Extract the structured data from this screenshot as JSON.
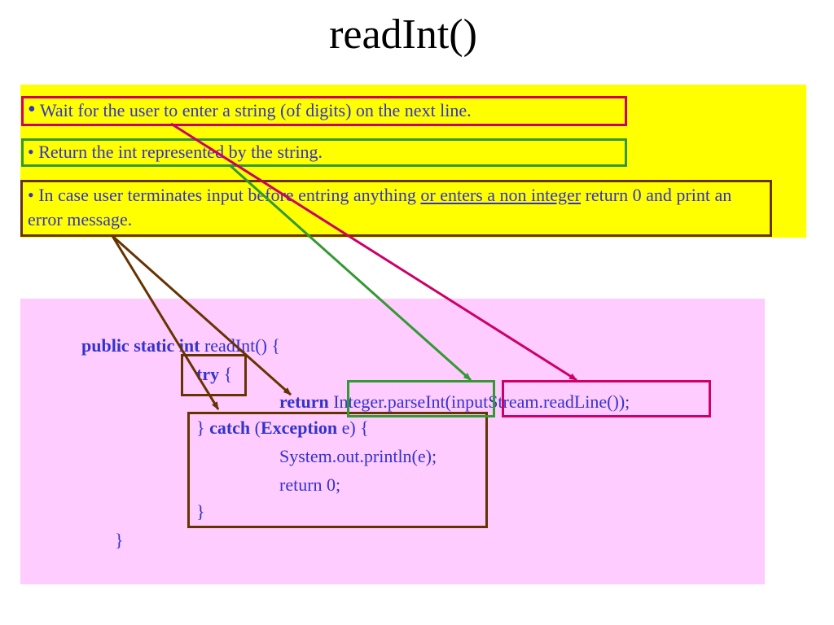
{
  "title": "readInt()",
  "bullets": {
    "b1_dot": "•",
    "b1_text": " Wait for the user to enter a string (of digits) on the next line.",
    "b2_text": "• Return the int represented by the string.",
    "b3_text": "• In case user terminates input before entring  anything ",
    "b3_underline": "or enters a non integer",
    "b3_rest": " return 0 and print an error message."
  },
  "code": {
    "l1_kw": "public static int",
    "l1_rest": " readInt() {",
    "l2_kw": "try",
    "l2_rest": " {",
    "l3_kw": "return",
    "l3_rest": " Integer.parseInt(inputStream.readLine());",
    "l4_a": "} ",
    "l4_kw1": "catch",
    "l4_b": " (",
    "l4_kw2": "Exception",
    "l4_c": " e) {",
    "l5": "System.out.println(e);",
    "l6": "return 0;",
    "l7": "}",
    "l8": "}"
  },
  "colors": {
    "yellow": "#ffff00",
    "pink": "#ffccff",
    "text_blue": "#3333cc",
    "red": "#cc0066",
    "green": "#339933",
    "brown": "#663300"
  }
}
